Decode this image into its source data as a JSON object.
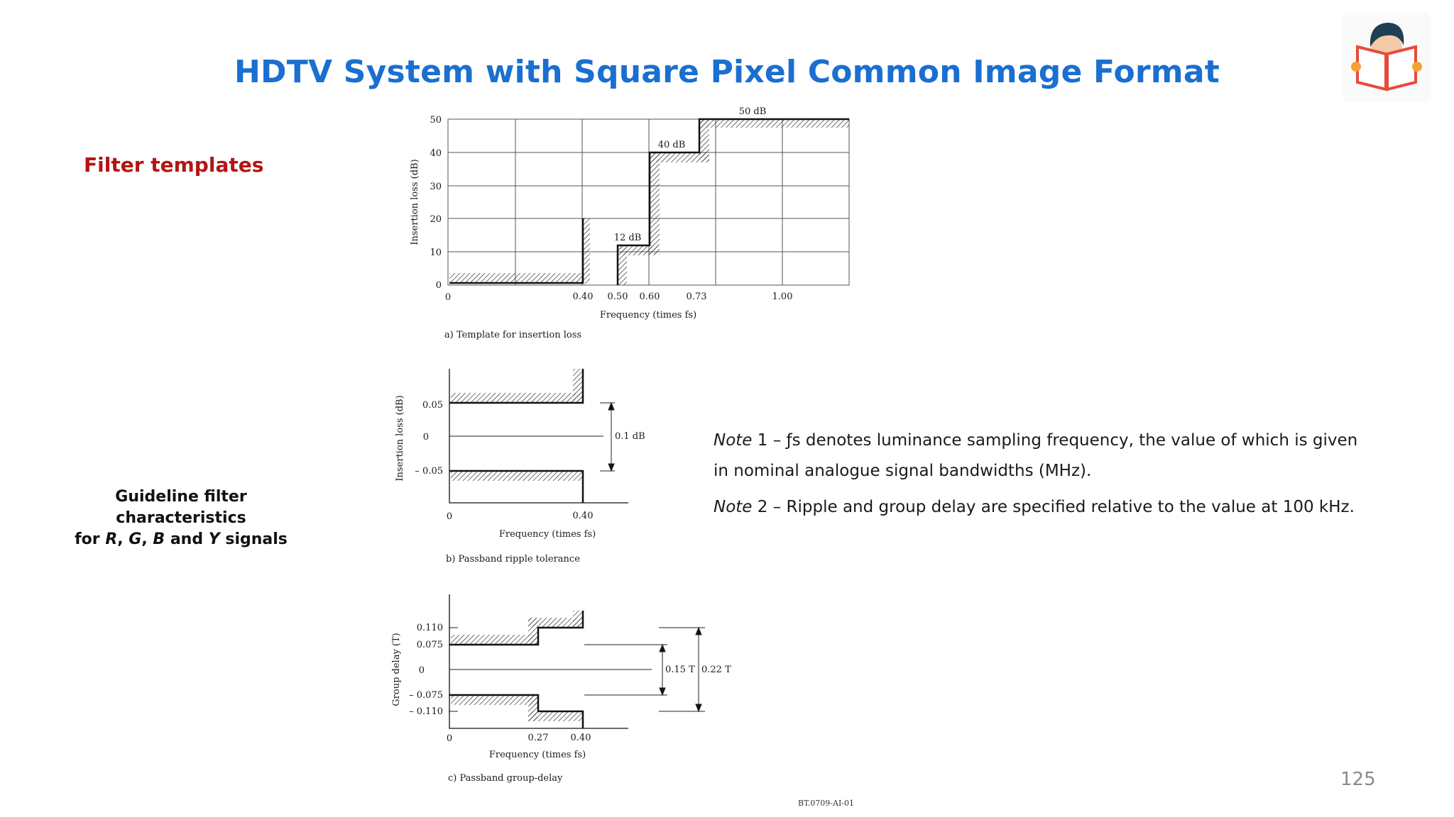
{
  "title": "HDTV System with Square Pixel Common Image Format",
  "section_filter": "Filter templates",
  "section_guideline_line1": "Guideline filter characteristics",
  "section_guideline_line2": "for R, G, B and Y signals",
  "notes": {
    "note1_label": "Note",
    "note1_line1": " 1 – ƒs denotes luminance sampling frequency, the value of which is given",
    "note1_line2": "in nominal analogue signal bandwidths (MHz).",
    "note2_label": "Note",
    "note2_text": " 2 – Ripple and group delay are specified relative to the value at 100 kHz."
  },
  "page_number": "125",
  "figure_ref": "BT.0709-AI-01",
  "colors": {
    "title": "#1a6fd0",
    "section": "#b51414",
    "logo_red": "#e84a3c",
    "logo_orange": "#f5a035",
    "logo_hair": "#1f3f54"
  },
  "icons": {
    "logo": "reader-book-icon"
  },
  "figure_a": {
    "caption": "a)   Template for insertion loss",
    "ylabel": "Insertion loss (dB)",
    "xlabel": "Frequency (times fs)",
    "yticks": [
      "0",
      "10",
      "20",
      "30",
      "40",
      "50"
    ],
    "xticks": [
      "0",
      "0.40",
      "0.50",
      "0.60",
      "0.73",
      "1.00"
    ],
    "annotations": [
      "12 dB",
      "40 dB",
      "50 dB"
    ]
  },
  "figure_b": {
    "caption": "b)   Passband ripple tolerance",
    "ylabel": "Insertion loss (dB)",
    "xlabel": "Frequency (times fs)",
    "yticks": [
      "0.05",
      "0",
      "– 0.05"
    ],
    "xticks": [
      "0",
      "0.40"
    ],
    "annotations": [
      "0.1 dB"
    ]
  },
  "figure_c": {
    "caption": "c)   Passband group-delay",
    "ylabel": "Group delay (T)",
    "xlabel": "Frequency (times fs)",
    "yticks": [
      "0.110",
      "0.075",
      "0",
      "– 0.075",
      "– 0.110"
    ],
    "xticks": [
      "0",
      "0.27",
      "0.40"
    ],
    "annotations": [
      "0.15 T",
      "0.22 T"
    ]
  }
}
